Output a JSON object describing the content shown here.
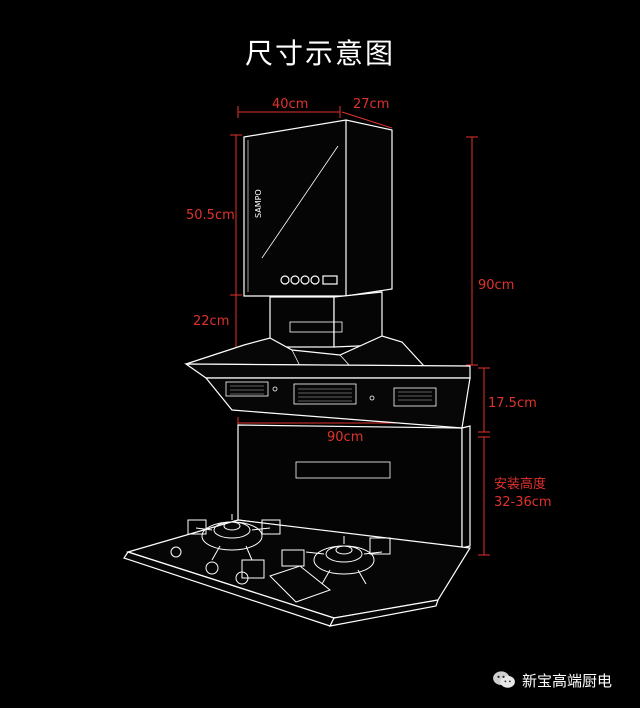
{
  "title": "尺寸示意图",
  "brand": "SAMPO",
  "dimensions": {
    "top_width": "40cm",
    "top_depth": "27cm",
    "upper_height": "50.5cm",
    "lower_height": "22cm",
    "total_height": "90cm",
    "hood_height": "17.5cm",
    "hood_width": "90cm",
    "install_label": "安装高度",
    "install_range": "32-36cm"
  },
  "watermark": {
    "text": "新宝高端厨电",
    "icon": "wechat-icon"
  },
  "colors": {
    "background": "#000000",
    "dimension": "#e0322d",
    "outline": "#ffffff"
  }
}
